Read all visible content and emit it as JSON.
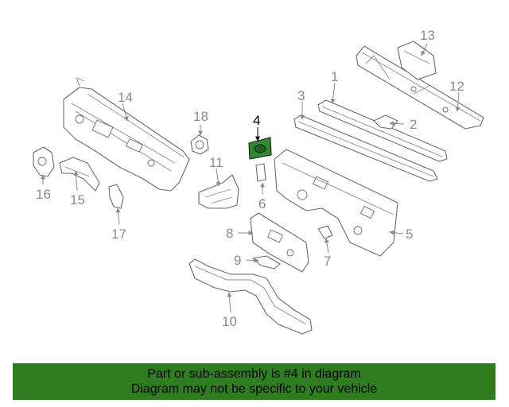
{
  "callouts": [
    "1",
    "2",
    "3",
    "4",
    "5",
    "6",
    "7",
    "8",
    "9",
    "10",
    "11",
    "12",
    "13",
    "14",
    "15",
    "16",
    "17",
    "18"
  ],
  "highlighted_part": "4",
  "highlight_color": "#2e8b2e",
  "banner": {
    "line1": "Part or sub-assembly is #4 in diagram",
    "line2": "Diagram may not be specific to your vehicle",
    "background": "#2e7d1e"
  }
}
